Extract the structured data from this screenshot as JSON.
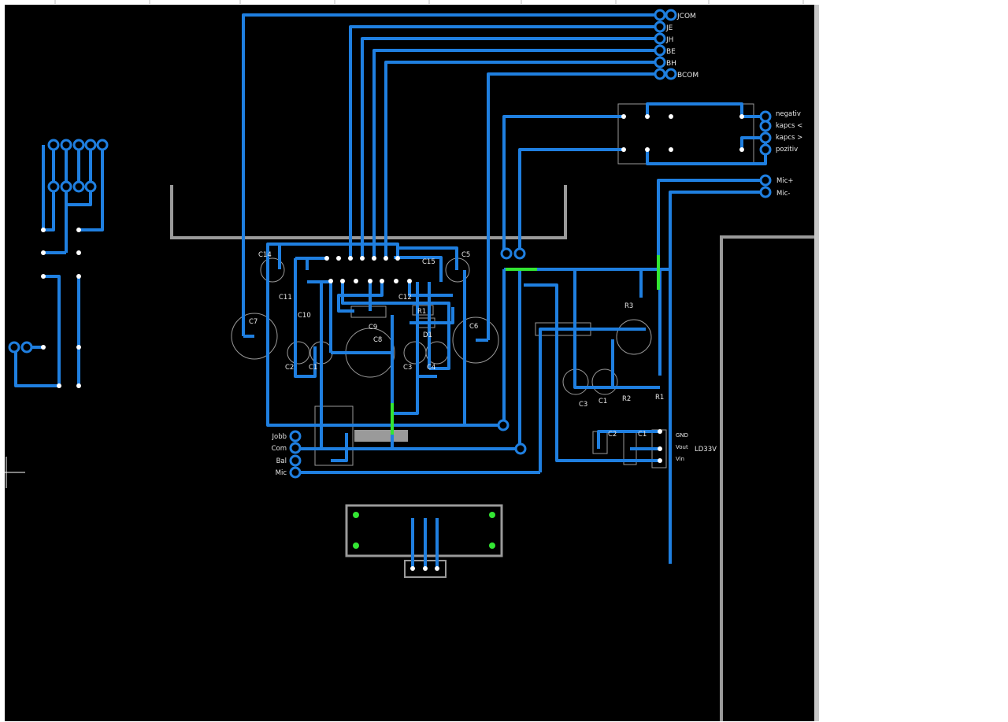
{
  "colors": {
    "board": "#000000",
    "trace": "#1f7fe0",
    "trace_highlight": "#33e633",
    "outline": "#9a9a9a",
    "pad": "#1f7fe0",
    "label": "#e6e6e6",
    "background": "#ffffff"
  },
  "connectors": {
    "top_right": [
      "JCOM",
      "JE",
      "JH",
      "BE",
      "BH",
      "BCOM"
    ],
    "switch": [
      "negativ",
      "kapcs <",
      "kapcs >",
      "pozitiv"
    ],
    "mic": [
      "Mic+",
      "Mic-"
    ],
    "left_bottom": [
      "Jobb",
      "Com",
      "Bal",
      "Mic"
    ]
  },
  "components": {
    "left_cluster": [
      "C14",
      "C15",
      "C5",
      "C11",
      "C10",
      "C12",
      "R1",
      "C9",
      "C8",
      "D1",
      "C7",
      "C6",
      "C2",
      "C1",
      "C3",
      "C4"
    ],
    "right_cluster": [
      "R3",
      "C3",
      "C1",
      "R2",
      "R1",
      "C2",
      "C1"
    ],
    "regulator": {
      "name": "LD33V",
      "pins": [
        "GND",
        "Vout",
        "Vin"
      ]
    }
  }
}
